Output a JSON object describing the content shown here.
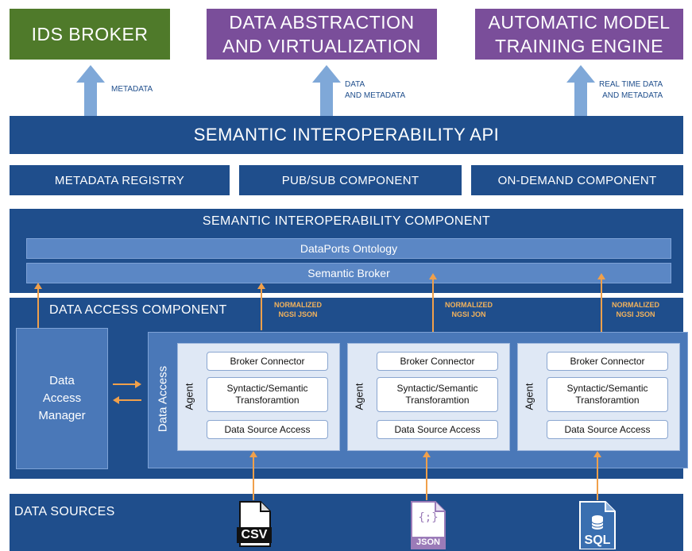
{
  "top": {
    "ids_broker": "IDS BROKER",
    "data_abstraction": "DATA ABSTRACTION\nAND VIRTUALIZATION",
    "training_engine": "AUTOMATIC MODEL\nTRAINING ENGINE",
    "arrow1_label": "METADATA",
    "arrow2_label": "DATA\nAND METADATA",
    "arrow3_label": "REAL TIME DATA\nAND METADATA"
  },
  "api": {
    "title": "SEMANTIC INTEROPERABILITY API"
  },
  "row": {
    "metadata_registry": "METADATA REGISTRY",
    "pubsub": "PUB/SUB COMPONENT",
    "ondemand": "ON-DEMAND COMPONENT"
  },
  "sic": {
    "title": "SEMANTIC INTEROPERABILITY COMPONENT",
    "ontology": "DataPorts Ontology",
    "broker": "Semantic Broker"
  },
  "dac": {
    "title": "DATA ACCESS COMPONENT",
    "norm1": "NORMALIZED\nNGSI JSON",
    "norm2": "NORMALIZED\nNGSI JON",
    "norm3": "NORMALIZED\nNGSI JSON",
    "manager": "Data\nAccess\nManager",
    "data_access": "Data Access",
    "agent": "Agent",
    "broker_connector": "Broker Connector",
    "transformation": "Syntactic/Semantic\nTransforamtion",
    "source_access": "Data Source Access"
  },
  "sources": {
    "title": "DATA SOURCES",
    "csv": "CSV",
    "json": "JSON",
    "json_glyph": "{;}",
    "sql": "SQL"
  },
  "colors": {
    "dark_blue": "#1f4e8c",
    "mid_blue": "#5b87c5",
    "green": "#4f7a2a",
    "purple": "#7a4e9a",
    "orange": "#f0a04b",
    "light_panel": "#dfe8f5"
  }
}
